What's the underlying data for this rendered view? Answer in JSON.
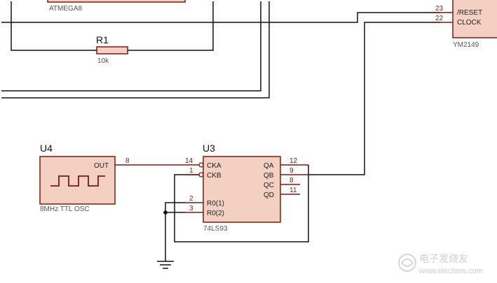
{
  "components": {
    "atmega": {
      "name": "ATMEGA8"
    },
    "r1": {
      "ref": "R1",
      "value": "10k"
    },
    "ym": {
      "name": "YM2149",
      "pin_reset_label": "/RESET",
      "pin_clock_label": "CLOCK",
      "pin_reset_num": "23",
      "pin_clock_num": "22"
    },
    "u4": {
      "ref": "U4",
      "name": "8MHz TTL OSC",
      "pin_out_label": "OUT",
      "pin_out_num": "8"
    },
    "u3": {
      "ref": "U3",
      "name": "74LS93",
      "pins_left": [
        {
          "label": "CKA",
          "num": "14"
        },
        {
          "label": "CKB",
          "num": "1"
        },
        {
          "label": "R0(1)",
          "num": "2"
        },
        {
          "label": "R0(2)",
          "num": "3"
        }
      ],
      "pins_right": [
        {
          "label": "QA",
          "num": "12"
        },
        {
          "label": "QB",
          "num": "9"
        },
        {
          "label": "QC",
          "num": "8"
        },
        {
          "label": "QD",
          "num": "11"
        }
      ]
    }
  },
  "watermark": {
    "line1": "电子发烧友",
    "line2": "www.elecfans.com"
  },
  "colors": {
    "component_fill": "#f3d0c2",
    "component_stroke": "#7a1a10",
    "wire": "#111111",
    "pin_wire": "#7a1a10"
  }
}
